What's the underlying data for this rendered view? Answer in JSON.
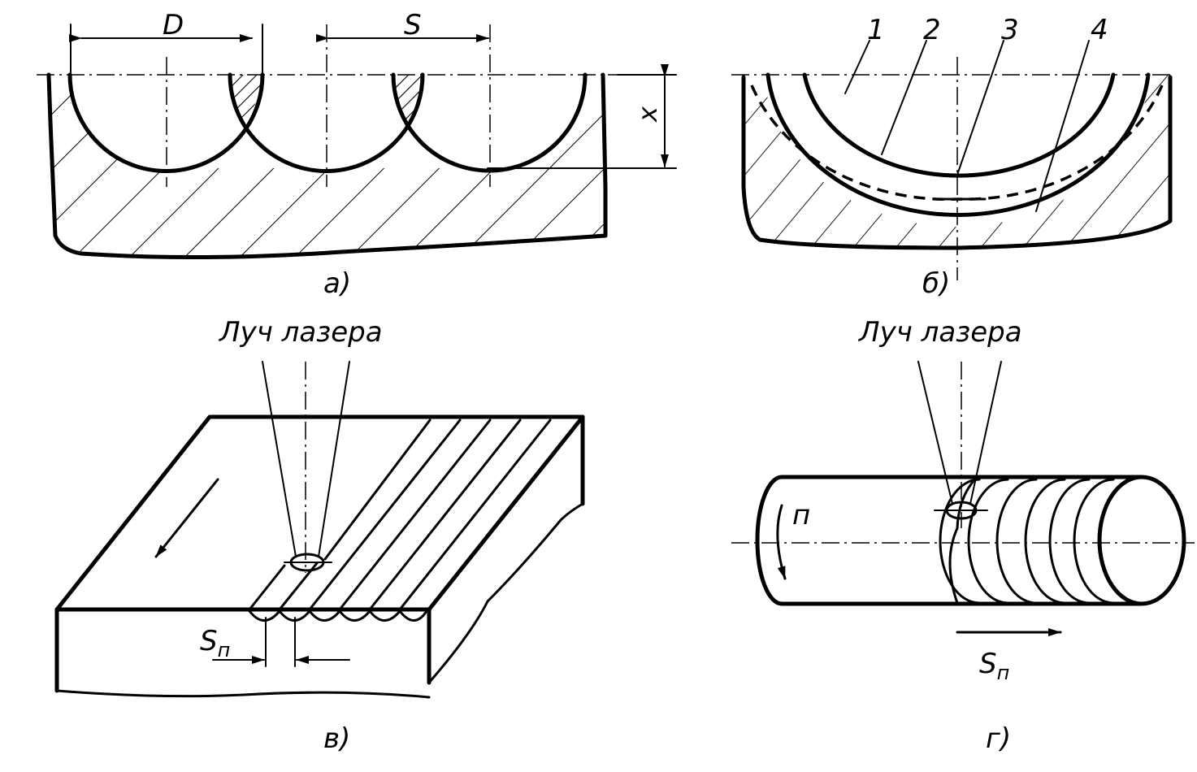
{
  "panels": {
    "a": {
      "caption": "а)",
      "dim_d": "D",
      "dim_s": "S",
      "dim_x": "x"
    },
    "b": {
      "caption": "б)",
      "zone_1": "1",
      "zone_2": "2",
      "zone_3": "3",
      "zone_4": "4"
    },
    "v": {
      "caption": "в)",
      "beam_label": "Луч лазера",
      "feed_label": "S",
      "feed_sub": "п"
    },
    "g": {
      "caption": "г)",
      "beam_label": "Луч лазера",
      "rotation_label": "п",
      "feed_label": "S",
      "feed_sub": "п"
    }
  }
}
